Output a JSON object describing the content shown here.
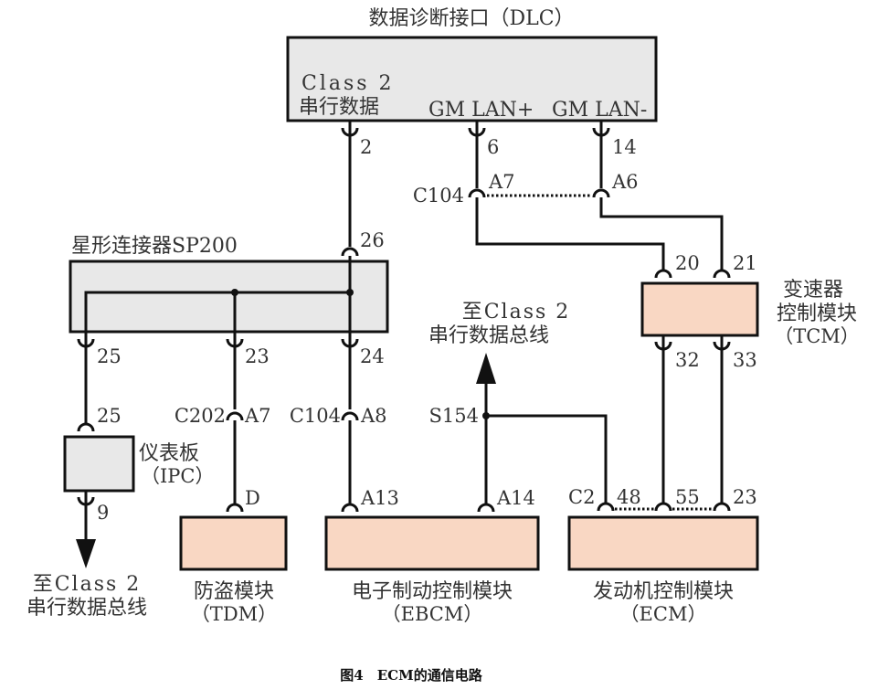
{
  "dlc": {
    "title": "数据诊断接口（DLC）",
    "class2_line1": "Class 2",
    "class2_line2": "串行数据",
    "lan_plus": "GM LAN+",
    "lan_minus": "GM LAN-",
    "pins": {
      "class2": "2",
      "lan_plus": "6",
      "lan_minus": "14"
    }
  },
  "c104_upper": {
    "name": "C104",
    "pin_a": "A7",
    "pin_b": "A6"
  },
  "sp200": {
    "title": "星形连接器SP200",
    "pin_in": "26",
    "pins_out": [
      "25",
      "23",
      "24"
    ]
  },
  "tcm": {
    "line1": "变速器",
    "line2": "控制模块",
    "line3": "（TCM）",
    "pins_top": [
      "20",
      "21"
    ],
    "pins_bottom": [
      "32",
      "33"
    ]
  },
  "ipc": {
    "line1": "仪表板",
    "line2": "（IPC）",
    "pin_in": "25",
    "pin_out": "9"
  },
  "to_class2_left": {
    "line1": "至Class 2",
    "line2": "串行数据总线"
  },
  "to_class2_mid": {
    "line1": "至Class 2",
    "line2": "串行数据总线"
  },
  "c202": {
    "name": "C202",
    "pin": "A7"
  },
  "c104_lower": {
    "name": "C104",
    "pin": "A8"
  },
  "s154": {
    "name": "S154"
  },
  "tdm": {
    "line1": "防盗模块",
    "line2": "（TDM）",
    "pin": "D"
  },
  "ebcm": {
    "line1": "电子制动控制模块",
    "line2": "（EBCM）",
    "pins": [
      "A13",
      "A14"
    ]
  },
  "ecm": {
    "line1": "发动机控制模块",
    "line2": "（ECM）",
    "connector": "C2",
    "pins": [
      "48",
      "55",
      "23"
    ]
  },
  "caption": "图4　ECM的通信电路"
}
